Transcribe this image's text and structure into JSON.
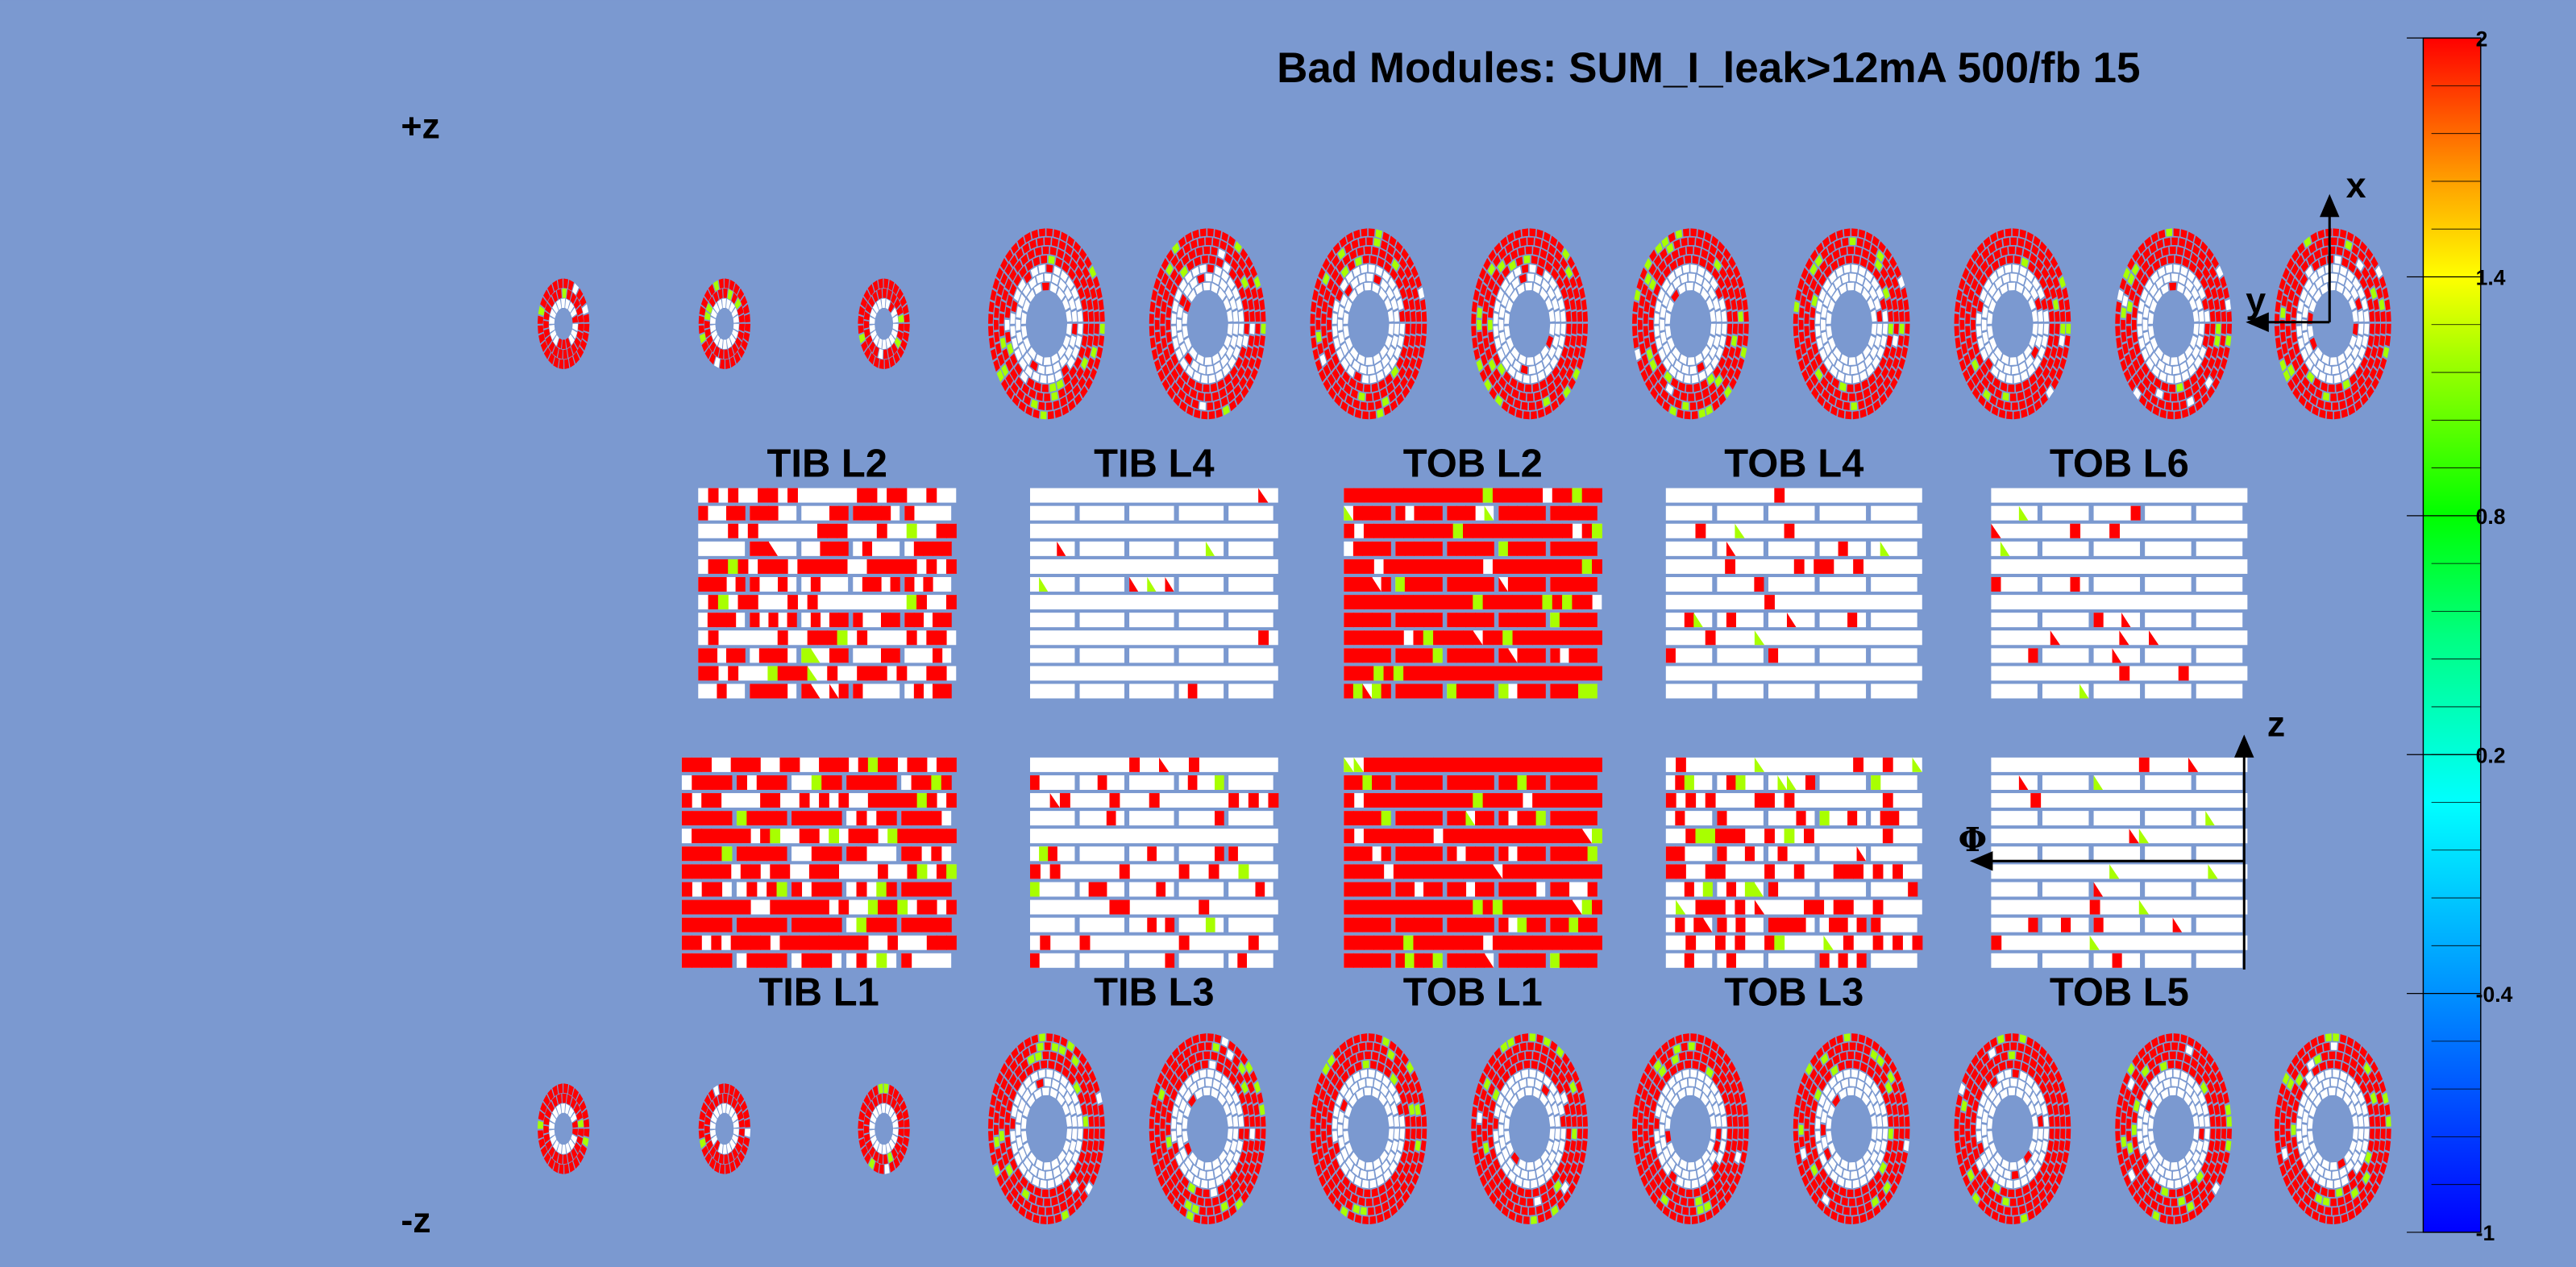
{
  "title": "Bad Modules: SUM_I_leak>12mA 500/fb 15",
  "labels": {
    "plus_z": "+z",
    "minus_z": "-z",
    "axis_x": "x",
    "axis_y": "y",
    "axis_z": "z",
    "axis_phi": "Φ"
  },
  "colors": {
    "background": "#7b99d0",
    "bad": "#ff0000",
    "mid": "#a8ff00",
    "good": "#ffffff",
    "gap": "#7b99d0"
  },
  "colorbar": {
    "min": -1,
    "max": 2,
    "ticks": [
      "2",
      "1.4",
      "0.8",
      "0.2",
      "-0.4",
      "-1"
    ]
  },
  "top_layers": [
    {
      "name": "TIB L2",
      "rows": 12,
      "bad_fraction": 0.45
    },
    {
      "name": "TIB L4",
      "rows": 12,
      "bad_fraction": 0.01
    },
    {
      "name": "TOB L2",
      "rows": 12,
      "bad_fraction": 0.95
    },
    {
      "name": "TOB L4",
      "rows": 12,
      "bad_fraction": 0.05
    },
    {
      "name": "TOB L6",
      "rows": 12,
      "bad_fraction": 0.04
    }
  ],
  "bottom_layers": [
    {
      "name": "TIB L1",
      "rows": 12,
      "bad_fraction": 0.7
    },
    {
      "name": "TIB L3",
      "rows": 12,
      "bad_fraction": 0.12
    },
    {
      "name": "TOB L1",
      "rows": 12,
      "bad_fraction": 0.95
    },
    {
      "name": "TOB L3",
      "rows": 12,
      "bad_fraction": 0.3
    },
    {
      "name": "TOB L5",
      "rows": 12,
      "bad_fraction": 0.03
    }
  ],
  "discs_per_side": {
    "small": 3,
    "large": 9
  }
}
